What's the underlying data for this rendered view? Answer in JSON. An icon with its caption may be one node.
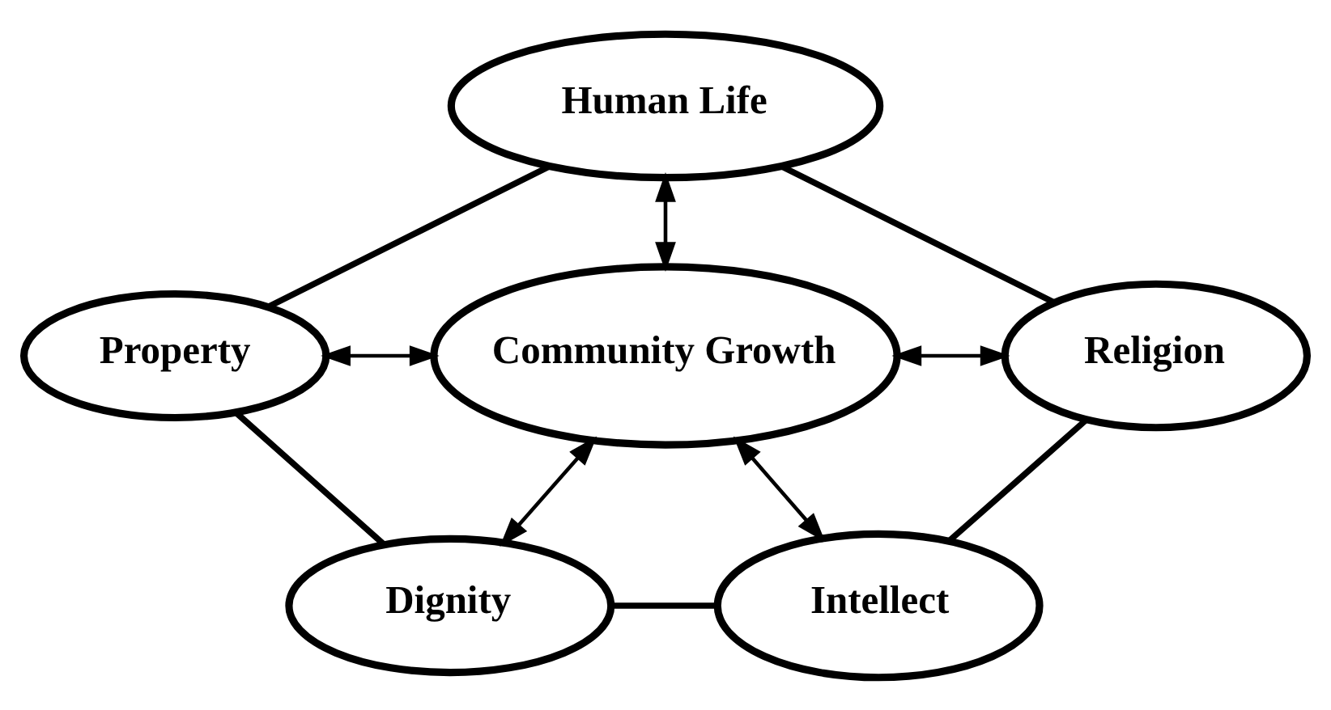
{
  "diagram": {
    "nodes": [
      {
        "text": [
          "Human Life"
        ]
      },
      {
        "text": [
          "Property"
        ]
      },
      {
        "text": [
          "Community Growth"
        ]
      },
      {
        "text": [
          "Religion"
        ]
      },
      {
        "text": [
          "Dignity"
        ]
      },
      {
        "text": [
          "Intellect"
        ]
      }
    ],
    "edges": [
      {
        "from": 0,
        "to": 1,
        "arrow": "none"
      },
      {
        "from": 0,
        "to": 3,
        "arrow": "none"
      },
      {
        "from": 0,
        "to": 2,
        "arrow": "both"
      },
      {
        "from": 1,
        "to": 2,
        "arrow": "both"
      },
      {
        "from": 2,
        "to": 3,
        "arrow": "both"
      },
      {
        "from": 2,
        "to": 4,
        "arrow": "both"
      },
      {
        "from": 2,
        "to": 5,
        "arrow": "both"
      },
      {
        "from": 1,
        "to": 4,
        "arrow": "none"
      },
      {
        "from": 4,
        "to": 5,
        "arrow": "none"
      },
      {
        "from": 5,
        "to": 3,
        "arrow": "none"
      }
    ]
  }
}
